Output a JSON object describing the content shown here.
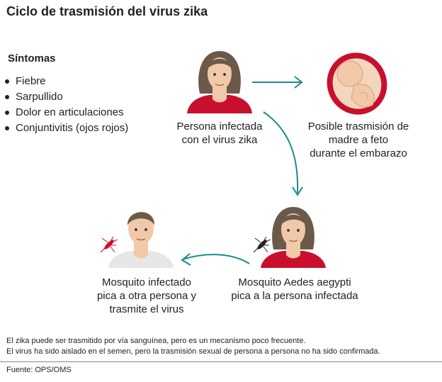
{
  "title": "Ciclo de trasmisión del virus zika",
  "symptoms": {
    "heading": "Síntomas",
    "items": [
      "Fiebre",
      "Sarpullido",
      "Dolor en articulaciones",
      "Conjuntivitis (ojos rojos)"
    ]
  },
  "steps": {
    "infected_person": {
      "line1": "Persona infectada",
      "line2": "con el virus zika"
    },
    "mother_to_fetus": {
      "line1": "Posible trasmisión de",
      "line2": "madre a feto",
      "line3": "durante el embarazo"
    },
    "aedes_bites": {
      "line1": "Mosquito Aedes aegypti",
      "line2": "pica a la persona infectada"
    },
    "infected_mosquito": {
      "line1": "Mosquito infectado",
      "line2": "pica a otra persona y",
      "line3": "trasmite el virus"
    }
  },
  "notes": [
    "El zika puede ser trasmitido por vía sanguínea, pero es un mecanismo poco frecuente.",
    "El virus ha sido aislado en el semen, pero la trasmisión sexual de persona a persona no ha sido confirmada."
  ],
  "source": "Fuente: OPS/OMS",
  "icons": {
    "woman": "woman-icon",
    "man": "man-icon",
    "fetus": "fetus-in-womb-icon",
    "mosquito_black": "mosquito-icon",
    "mosquito_red": "infected-mosquito-icon"
  },
  "colors": {
    "arrow": "#1f8a8a",
    "shirt": "#c8102e",
    "hair": "#6b5a4a",
    "skin": "#f1c8a8",
    "womb": "#c8102e"
  }
}
